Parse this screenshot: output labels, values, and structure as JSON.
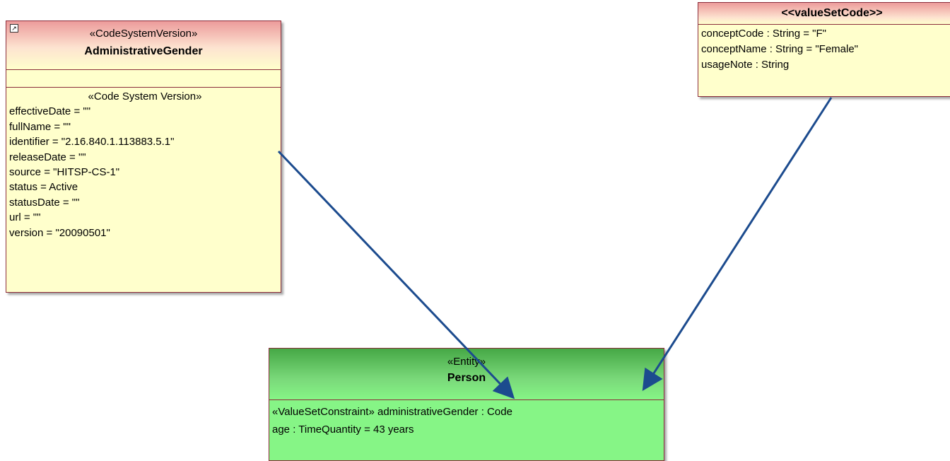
{
  "code_system": {
    "stereotype": "«CodeSystemVersion»",
    "name": "AdministrativeGender",
    "section_label": "«Code System Version»",
    "attributes": [
      "effectiveDate = \"\"",
      "fullName = \"\"",
      "identifier = \"2.16.840.1.113883.5.1\"",
      "releaseDate = \"\"",
      "source = \"HITSP-CS-1\"",
      "status = Active",
      "statusDate = \"\"",
      "url = \"\"",
      "version = \"20090501\""
    ],
    "link_icon": "shortcut-arrow-icon",
    "link_glyph": "↗"
  },
  "value_set_code": {
    "stereotype": "<<valueSetCode>>",
    "attributes": [
      "conceptCode : String = \"F\"",
      "conceptName : String = \"Female\"",
      "usageNote : String"
    ]
  },
  "entity": {
    "stereotype": "«Entity»",
    "name": "Person",
    "attributes": [
      "«ValueSetConstraint» administrativeGender : Code",
      "age : TimeQuantity = 43 years"
    ]
  },
  "colors": {
    "arrow": "#1c4b8e",
    "class_fill": "#ffffcc",
    "class_border": "#8b2c3a",
    "entity_fill": "#86f586"
  }
}
